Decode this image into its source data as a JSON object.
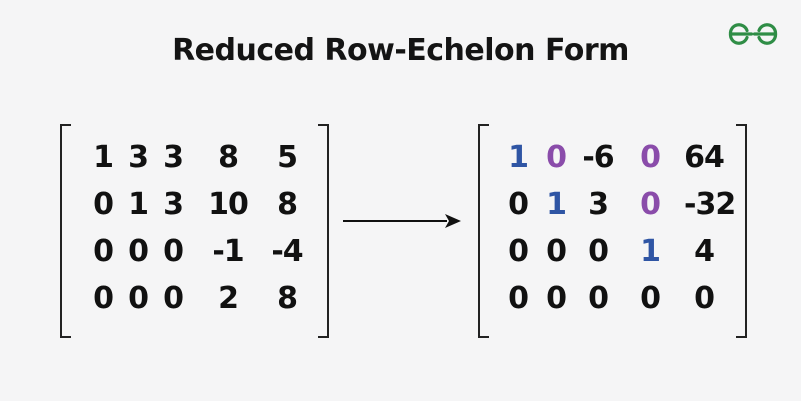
{
  "title": "Reduced Row-Echelon Form",
  "logo": {
    "name": "gfg-logo",
    "color": "#2f8d46"
  },
  "colors": {
    "text": "#111111",
    "pivot": "#2f55a4",
    "cleared": "#8a4caa",
    "background": "#f5f5f6"
  },
  "original_matrix": {
    "rows": [
      [
        "1",
        "3",
        "3",
        "8",
        "5"
      ],
      [
        "0",
        "1",
        "3",
        "10",
        "8"
      ],
      [
        "0",
        "0",
        "0",
        "-1",
        "-4"
      ],
      [
        "0",
        "0",
        "0",
        "2",
        "8"
      ]
    ]
  },
  "arrow": {
    "icon": "right-arrow-icon"
  },
  "reduced_matrix": {
    "rows": [
      [
        "1",
        "0",
        "-6",
        "0",
        "64"
      ],
      [
        "0",
        "1",
        "3",
        "0",
        "-32"
      ],
      [
        "0",
        "0",
        "0",
        "1",
        "4"
      ],
      [
        "0",
        "0",
        "0",
        "0",
        "0"
      ]
    ],
    "pivot_cells": [
      [
        0,
        0
      ],
      [
        1,
        1
      ],
      [
        2,
        3
      ]
    ],
    "cleared_cells": [
      [
        0,
        1
      ],
      [
        0,
        3
      ],
      [
        1,
        3
      ]
    ]
  }
}
